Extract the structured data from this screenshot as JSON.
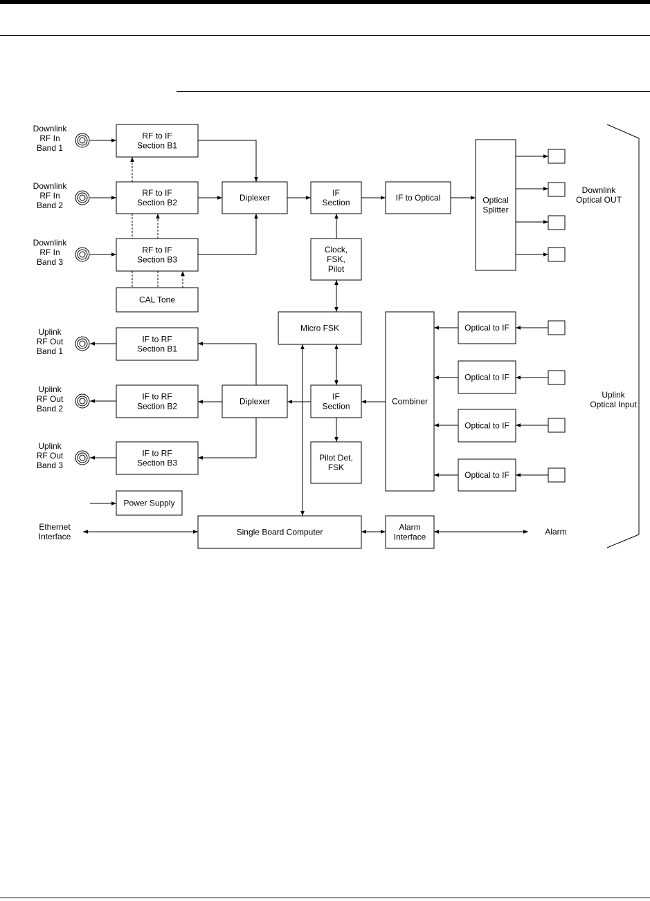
{
  "diagram": {
    "blocks": {
      "rf_if_b1": [
        "RF to IF",
        "Section B1"
      ],
      "rf_if_b2": [
        "RF to IF",
        "Section B2"
      ],
      "rf_if_b3": [
        "RF to IF",
        "Section B3"
      ],
      "cal_tone": [
        "CAL Tone"
      ],
      "diplexer_dl": [
        "Diplexer"
      ],
      "if_section_dl": [
        "IF",
        "Section"
      ],
      "if_to_optical": [
        "IF to Optical"
      ],
      "optical_splitter": [
        "Optical",
        "Splitter"
      ],
      "clock_fsk_pilot": [
        "Clock,",
        "FSK,",
        "Pilot"
      ],
      "micro_fsk": [
        "Micro FSK"
      ],
      "if_rf_b1": [
        "IF to RF",
        "Section B1"
      ],
      "if_rf_b2": [
        "IF to RF",
        "Section B2"
      ],
      "if_rf_b3": [
        "IF to RF",
        "Section B3"
      ],
      "diplexer_ul": [
        "Diplexer"
      ],
      "if_section_ul": [
        "IF",
        "Section"
      ],
      "pilot_det_fsk": [
        "Pilot Det,",
        "FSK"
      ],
      "combiner": [
        "Combiner"
      ],
      "optical_to_if_1": [
        "Optical to IF"
      ],
      "optical_to_if_2": [
        "Optical to IF"
      ],
      "optical_to_if_3": [
        "Optical to IF"
      ],
      "optical_to_if_4": [
        "Optical to IF"
      ],
      "power_supply": [
        "Power Supply"
      ],
      "single_board_computer": [
        "Single Board Computer"
      ],
      "alarm_interface": [
        "Alarm",
        "Interface"
      ]
    },
    "labels": {
      "downlink_band1": [
        "Downlink",
        "RF In",
        "Band 1"
      ],
      "downlink_band2": [
        "Downlink",
        "RF In",
        "Band 2"
      ],
      "downlink_band3": [
        "Downlink",
        "RF In",
        "Band 3"
      ],
      "uplink_band1": [
        "Uplink",
        "RF Out",
        "Band 1"
      ],
      "uplink_band2": [
        "Uplink",
        "RF Out",
        "Band 2"
      ],
      "uplink_band3": [
        "Uplink",
        "RF Out",
        "Band 3"
      ],
      "ethernet": [
        "Ethernet",
        "Interface"
      ],
      "downlink_optical_out": [
        "Downlink",
        "Optical OUT"
      ],
      "uplink_optical_input": [
        "Uplink",
        "Optical Input"
      ],
      "alarm": [
        "Alarm"
      ]
    }
  }
}
